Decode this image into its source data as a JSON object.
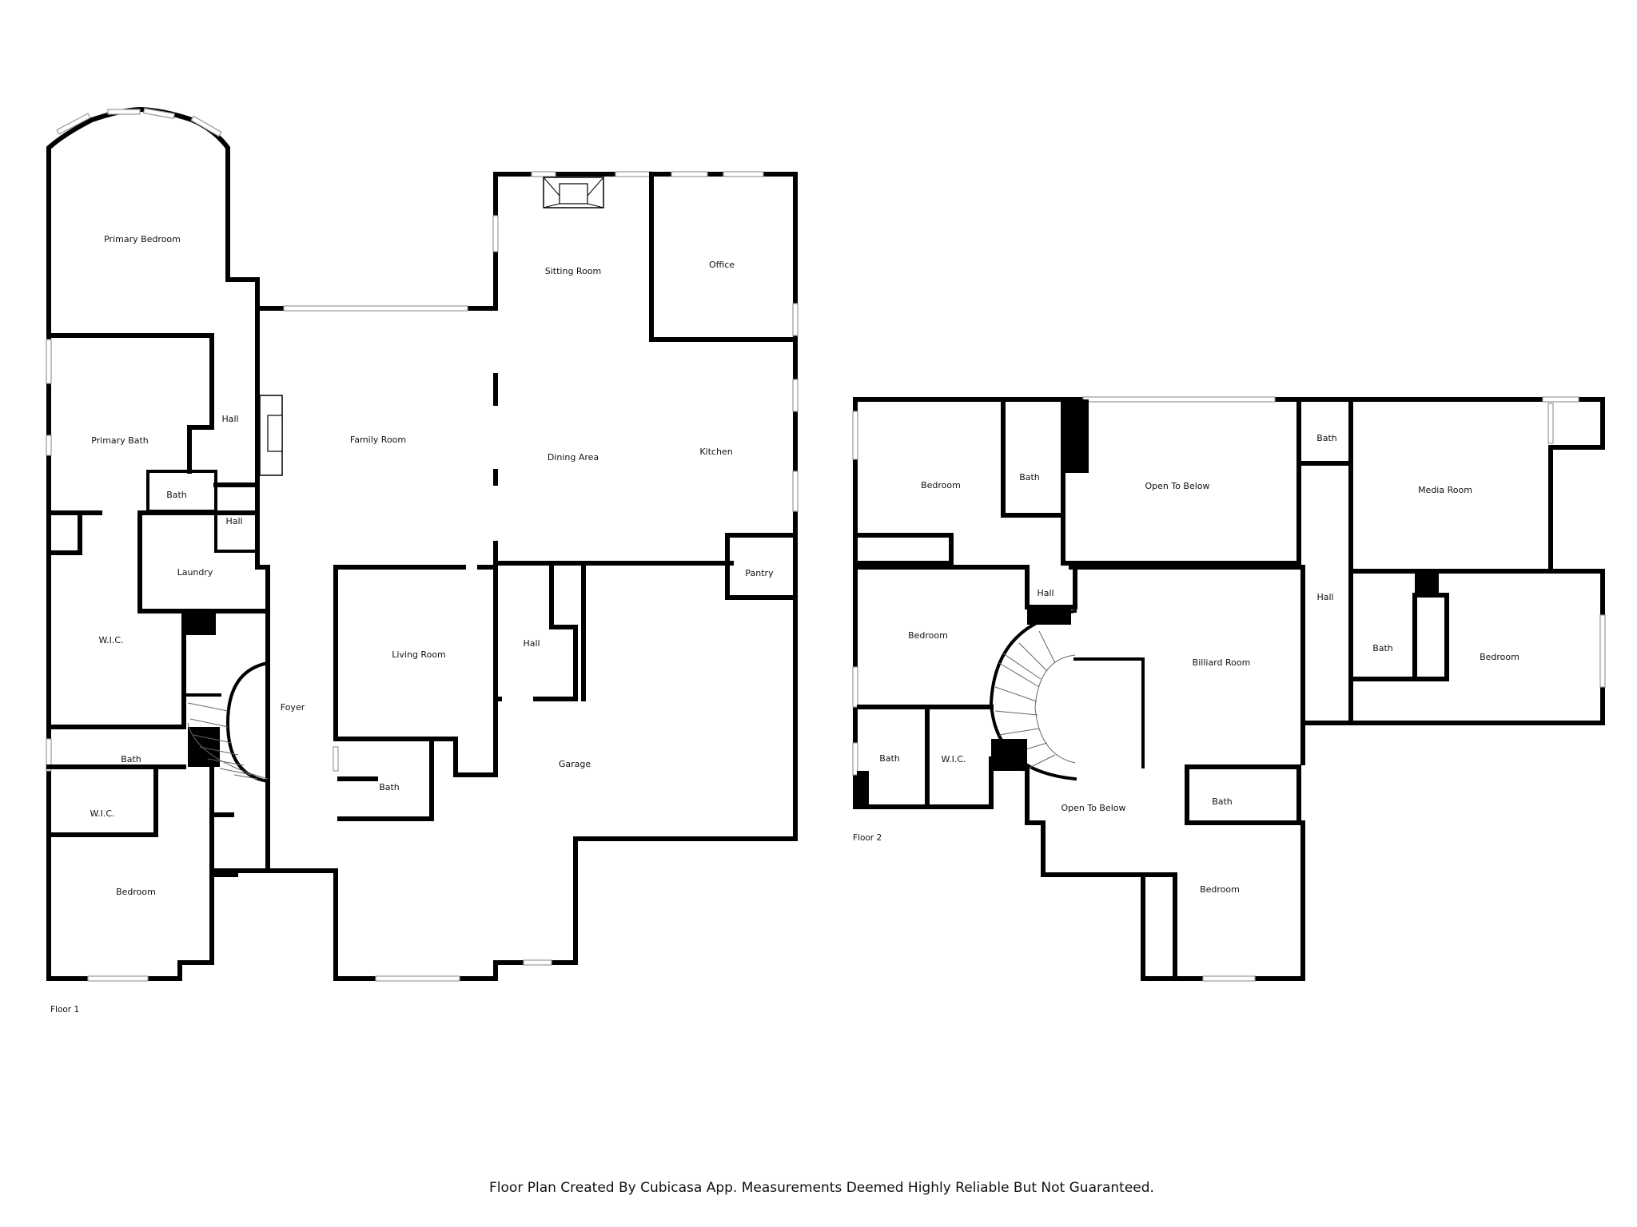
{
  "floors": [
    {
      "label": "Floor 1",
      "rooms": [
        {
          "id": "primary-bedroom",
          "name": "Primary Bedroom"
        },
        {
          "id": "hall-1",
          "name": "Hall"
        },
        {
          "id": "primary-bath",
          "name": "Primary Bath"
        },
        {
          "id": "family-room",
          "name": "Family Room"
        },
        {
          "id": "sitting-room",
          "name": "Sitting Room"
        },
        {
          "id": "office",
          "name": "Office"
        },
        {
          "id": "dining-area",
          "name": "Dining Area"
        },
        {
          "id": "kitchen",
          "name": "Kitchen"
        },
        {
          "id": "bath-1",
          "name": "Bath"
        },
        {
          "id": "hall-2",
          "name": "Hall"
        },
        {
          "id": "laundry",
          "name": "Laundry"
        },
        {
          "id": "pantry",
          "name": "Pantry"
        },
        {
          "id": "wic-1",
          "name": "W.I.C."
        },
        {
          "id": "living-room",
          "name": "Living Room"
        },
        {
          "id": "hall-3",
          "name": "Hall"
        },
        {
          "id": "foyer",
          "name": "Foyer"
        },
        {
          "id": "bath-2",
          "name": "Bath"
        },
        {
          "id": "garage",
          "name": "Garage"
        },
        {
          "id": "bath-3",
          "name": "Bath"
        },
        {
          "id": "wic-2",
          "name": "W.I.C."
        },
        {
          "id": "bedroom-1",
          "name": "Bedroom"
        }
      ]
    },
    {
      "label": "Floor 2",
      "rooms": [
        {
          "id": "bedroom-2",
          "name": "Bedroom"
        },
        {
          "id": "bath-4",
          "name": "Bath"
        },
        {
          "id": "open-to-below-1",
          "name": "Open To Below"
        },
        {
          "id": "bath-5",
          "name": "Bath"
        },
        {
          "id": "media-room",
          "name": "Media Room"
        },
        {
          "id": "hall-4",
          "name": "Hall"
        },
        {
          "id": "hall-5",
          "name": "Hall"
        },
        {
          "id": "bedroom-3",
          "name": "Bedroom"
        },
        {
          "id": "billiard-room",
          "name": "Billiard Room"
        },
        {
          "id": "bath-6",
          "name": "Bath"
        },
        {
          "id": "bedroom-4",
          "name": "Bedroom"
        },
        {
          "id": "bath-7",
          "name": "Bath"
        },
        {
          "id": "wic-3",
          "name": "W.I.C."
        },
        {
          "id": "bath-8",
          "name": "Bath"
        },
        {
          "id": "open-to-below-2",
          "name": "Open To Below"
        },
        {
          "id": "bedroom-5",
          "name": "Bedroom"
        }
      ]
    }
  ],
  "footer_note": "Floor Plan Created By Cubicasa App. Measurements Deemed Highly Reliable But Not Guaranteed."
}
